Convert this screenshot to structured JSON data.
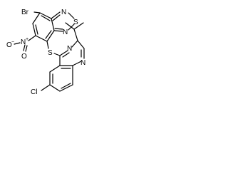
{
  "atoms": {
    "br": "Br",
    "n_top": "N",
    "s_ring": "S",
    "n_mid": "N",
    "n_nitro": "N",
    "n_nitro_charge": "+",
    "o_left": "O",
    "o_left_charge": "−",
    "o_bottom": "O",
    "s_link": "S",
    "n_quin_top": "N",
    "n_quin_bot": "N",
    "cl": "Cl"
  }
}
